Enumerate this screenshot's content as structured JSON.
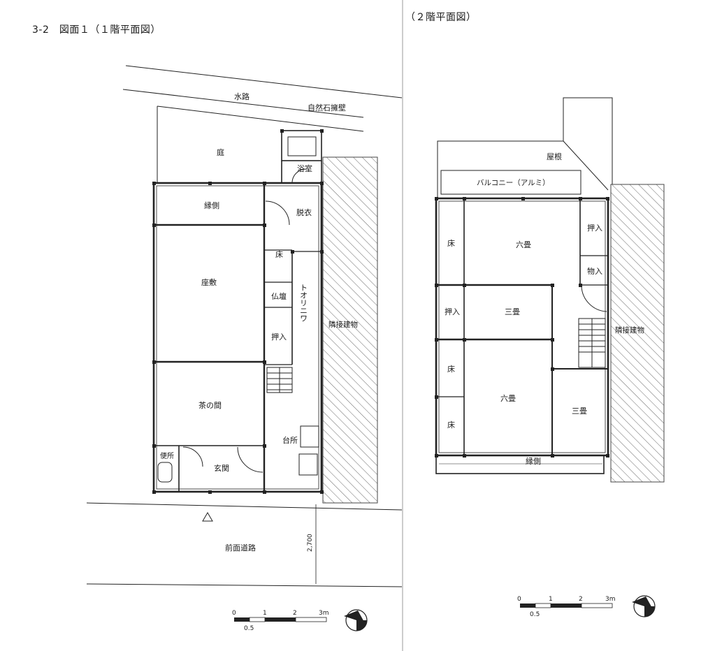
{
  "floor1": {
    "title": "3-2　図面１（１階平面図）",
    "labels": {
      "waterway": "水路",
      "stone_wall": "自然石擁壁",
      "garden": "庭",
      "bathroom": "浴室",
      "veranda": "縁側",
      "dressing": "脱衣",
      "alcove": "床",
      "zashiki": "座敷",
      "altar": "仏壇",
      "toorinima": "トオリニワ",
      "closet": "押入",
      "neighbor": "隣接建物",
      "chanoma": "茶の間",
      "kitchen": "台所",
      "toilet": "便所",
      "entrance": "玄関",
      "front_road": "前面道路",
      "road_width": "2,700"
    },
    "scale": {
      "t0": "0",
      "t1": "1",
      "t2": "2",
      "t3": "3m",
      "half": "0.5"
    }
  },
  "floor2": {
    "title": "（２階平面図）",
    "labels": {
      "roof": "屋根",
      "balcony": "バルコニー（アルミ）",
      "alcove_top": "床",
      "rokujo_top": "六畳",
      "closet_top": "押入",
      "storage": "物入",
      "closet_left": "押入",
      "sanjo_top": "三畳",
      "neighbor": "隣接建物",
      "alcove_mid": "床",
      "rokujo_bottom": "六畳",
      "sanjo_right": "三畳",
      "alcove_bottom": "床",
      "veranda": "縁側"
    },
    "scale": {
      "t0": "0",
      "t1": "1",
      "t2": "2",
      "t3": "3m",
      "half": "0.5"
    }
  }
}
